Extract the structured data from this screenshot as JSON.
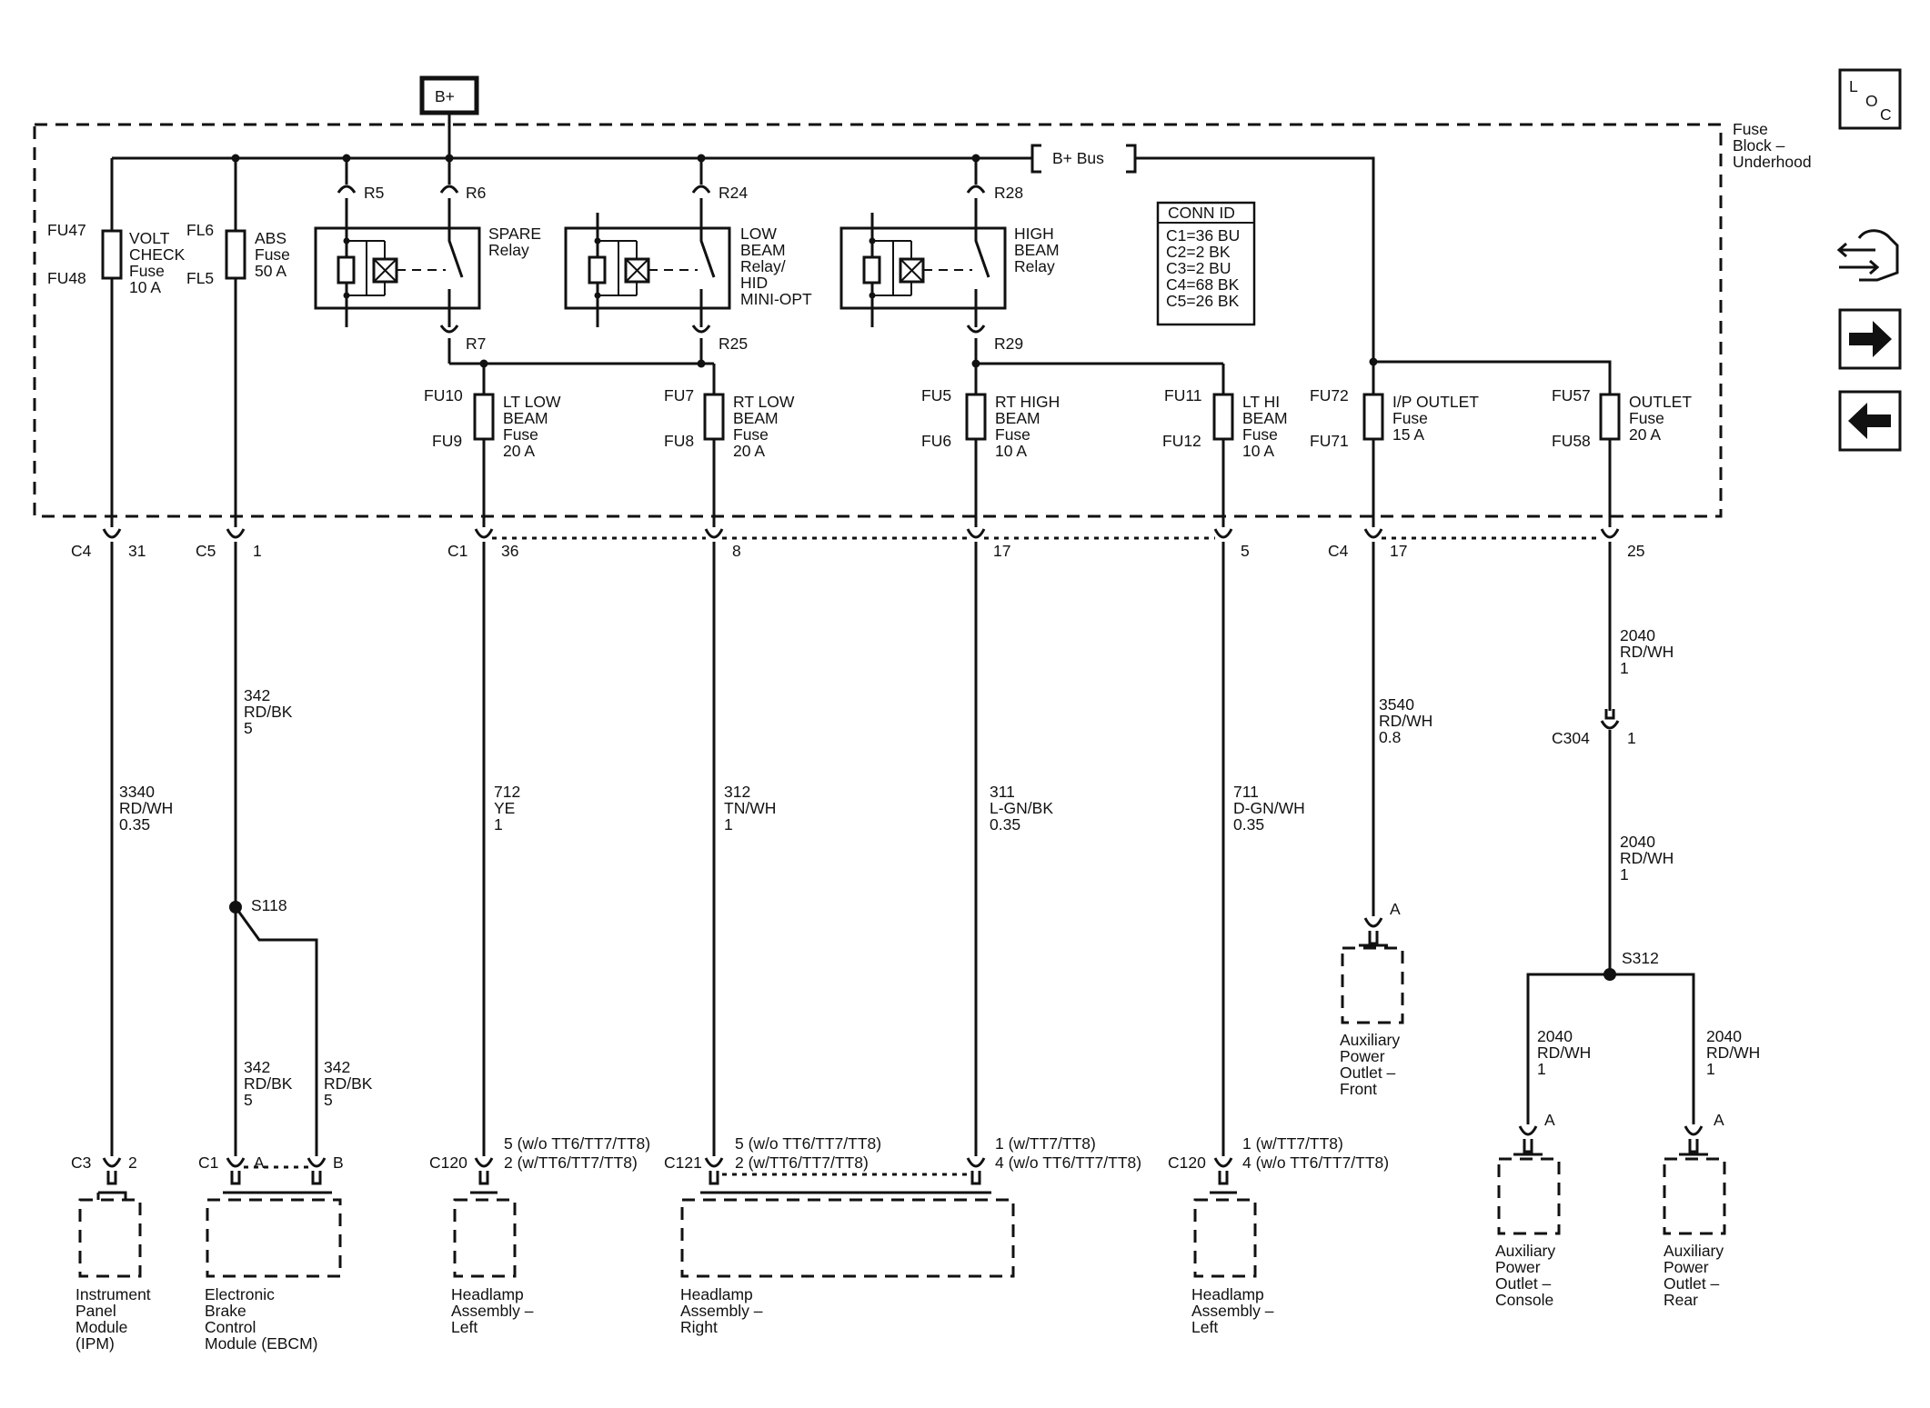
{
  "nav": {
    "loc_l": "L",
    "loc_o": "O",
    "loc_c": "C",
    "legend_icon": "legend-hand-icon",
    "forward_icon": "arrow-right-icon",
    "back_icon": "arrow-left-icon"
  },
  "power": {
    "source": "B+",
    "bus": "B+ Bus"
  },
  "fuse_block": {
    "line1": "Fuse",
    "line2": "Block –",
    "line3": "Underhood"
  },
  "conn_id": {
    "title": "CONN ID",
    "rows": [
      "C1=36 BU",
      "C2=2 BK",
      "C3=2 BU",
      "C4=68 BK",
      "C5=26 BK"
    ]
  },
  "fuses": {
    "volt": {
      "top": "FU47",
      "bottom": "FU48",
      "name1": "VOLT",
      "name2": "CHECK",
      "name3": "Fuse",
      "rating": "10 A"
    },
    "abs": {
      "top": "FL6",
      "bottom": "FL5",
      "name1": "ABS",
      "name2": "Fuse",
      "rating": "50 A"
    },
    "lt_low": {
      "top": "FU10",
      "bottom": "FU9",
      "name1": "LT LOW",
      "name2": "BEAM",
      "name3": "Fuse",
      "rating": "20 A"
    },
    "rt_low": {
      "top": "FU7",
      "bottom": "FU8",
      "name1": "RT LOW",
      "name2": "BEAM",
      "name3": "Fuse",
      "rating": "20 A"
    },
    "rt_high": {
      "top": "FU5",
      "bottom": "FU6",
      "name1": "RT HIGH",
      "name2": "BEAM",
      "name3": "Fuse",
      "rating": "10 A"
    },
    "lt_hi": {
      "top": "FU11",
      "bottom": "FU12",
      "name1": "LT HI",
      "name2": "BEAM",
      "name3": "Fuse",
      "rating": "10 A"
    },
    "ip_outlet": {
      "top": "FU72",
      "bottom": "FU71",
      "name1": "I/P OUTLET",
      "name2": "Fuse",
      "rating": "15 A"
    },
    "outlet": {
      "top": "FU57",
      "bottom": "FU58",
      "name1": "OUTLET",
      "name2": "Fuse",
      "rating": "20 A"
    }
  },
  "relays": {
    "spare": {
      "pin_in_a": "R5",
      "pin_in_b": "R6",
      "pin_out": "R7",
      "name1": "SPARE",
      "name2": "Relay"
    },
    "low": {
      "pin_in": "R24",
      "pin_out": "R25",
      "name1": "LOW",
      "name2": "BEAM",
      "name3": "Relay/",
      "name4": "HID",
      "name5": "MINI-OPT"
    },
    "high": {
      "pin_in": "R28",
      "pin_out": "R29",
      "name1": "HIGH",
      "name2": "BEAM",
      "name3": "Relay"
    }
  },
  "connectors_top": {
    "c4a": {
      "conn": "C4",
      "pin": "31"
    },
    "c5": {
      "conn": "C5",
      "pin": "1"
    },
    "c1a": {
      "conn": "C1",
      "pin": "36"
    },
    "c1b": {
      "pin": "8"
    },
    "c1c": {
      "pin": "17"
    },
    "c1d": {
      "pin": "5"
    },
    "c4b": {
      "conn": "C4",
      "pin": "17"
    },
    "c4c": {
      "pin": "25"
    }
  },
  "wires": {
    "w3340": {
      "circuit": "3340",
      "color": "RD/WH",
      "size": "0.35"
    },
    "w342a": {
      "circuit": "342",
      "color": "RD/BK",
      "size": "5"
    },
    "w342b": {
      "circuit": "342",
      "color": "RD/BK",
      "size": "5"
    },
    "w342c": {
      "circuit": "342",
      "color": "RD/BK",
      "size": "5"
    },
    "w712": {
      "circuit": "712",
      "color": "YE",
      "size": "1"
    },
    "w312": {
      "circuit": "312",
      "color": "TN/WH",
      "size": "1"
    },
    "w311": {
      "circuit": "311",
      "color": "L-GN/BK",
      "size": "0.35"
    },
    "w711": {
      "circuit": "711",
      "color": "D-GN/WH",
      "size": "0.35"
    },
    "w3540": {
      "circuit": "3540",
      "color": "RD/WH",
      "size": "0.8"
    },
    "w2040a": {
      "circuit": "2040",
      "color": "RD/WH",
      "size": "1"
    },
    "w2040b": {
      "circuit": "2040",
      "color": "RD/WH",
      "size": "1"
    },
    "w2040c": {
      "circuit": "2040",
      "color": "RD/WH",
      "size": "1"
    },
    "w2040d": {
      "circuit": "2040",
      "color": "RD/WH",
      "size": "1"
    }
  },
  "splices": {
    "s118": "S118",
    "s312": "S312"
  },
  "inline": {
    "c304": {
      "conn": "C304",
      "pin": "1"
    }
  },
  "components": {
    "ipm": {
      "conn": "C3",
      "pin": "2",
      "l1": "Instrument",
      "l2": "Panel",
      "l3": "Module",
      "l4": "(IPM)"
    },
    "ebcm": {
      "conn": "C1",
      "pin_a": "A",
      "pin_b": "B",
      "l1": "Electronic",
      "l2": "Brake",
      "l3": "Control",
      "l4": "Module (EBCM)"
    },
    "hl_left1": {
      "conn": "C120",
      "pin1": "5 (w/o TT6/TT7/TT8)",
      "pin2": "2 (w/TT6/TT7/TT8)",
      "l1": "Headlamp",
      "l2": "Assembly –",
      "l3": "Left"
    },
    "hl_right": {
      "conn": "C121",
      "pin1": "5 (w/o TT6/TT7/TT8)",
      "pin2": "2 (w/TT6/TT7/TT8)",
      "pin3": "1 (w/TT7/TT8)",
      "pin4": "4 (w/o TT6/TT7/TT8)",
      "l1": "Headlamp",
      "l2": "Assembly –",
      "l3": "Right"
    },
    "hl_left2": {
      "conn": "C120",
      "pin1": "1 (w/TT7/TT8)",
      "pin2": "4 (w/o TT6/TT7/TT8)",
      "l1": "Headlamp",
      "l2": "Assembly –",
      "l3": "Left"
    },
    "apo_front": {
      "pin": "A",
      "l1": "Auxiliary",
      "l2": "Power",
      "l3": "Outlet –",
      "l4": "Front"
    },
    "apo_console": {
      "pin": "A",
      "l1": "Auxiliary",
      "l2": "Power",
      "l3": "Outlet –",
      "l4": "Console"
    },
    "apo_rear": {
      "pin": "A",
      "l1": "Auxiliary",
      "l2": "Power",
      "l3": "Outlet –",
      "l4": "Rear"
    }
  }
}
